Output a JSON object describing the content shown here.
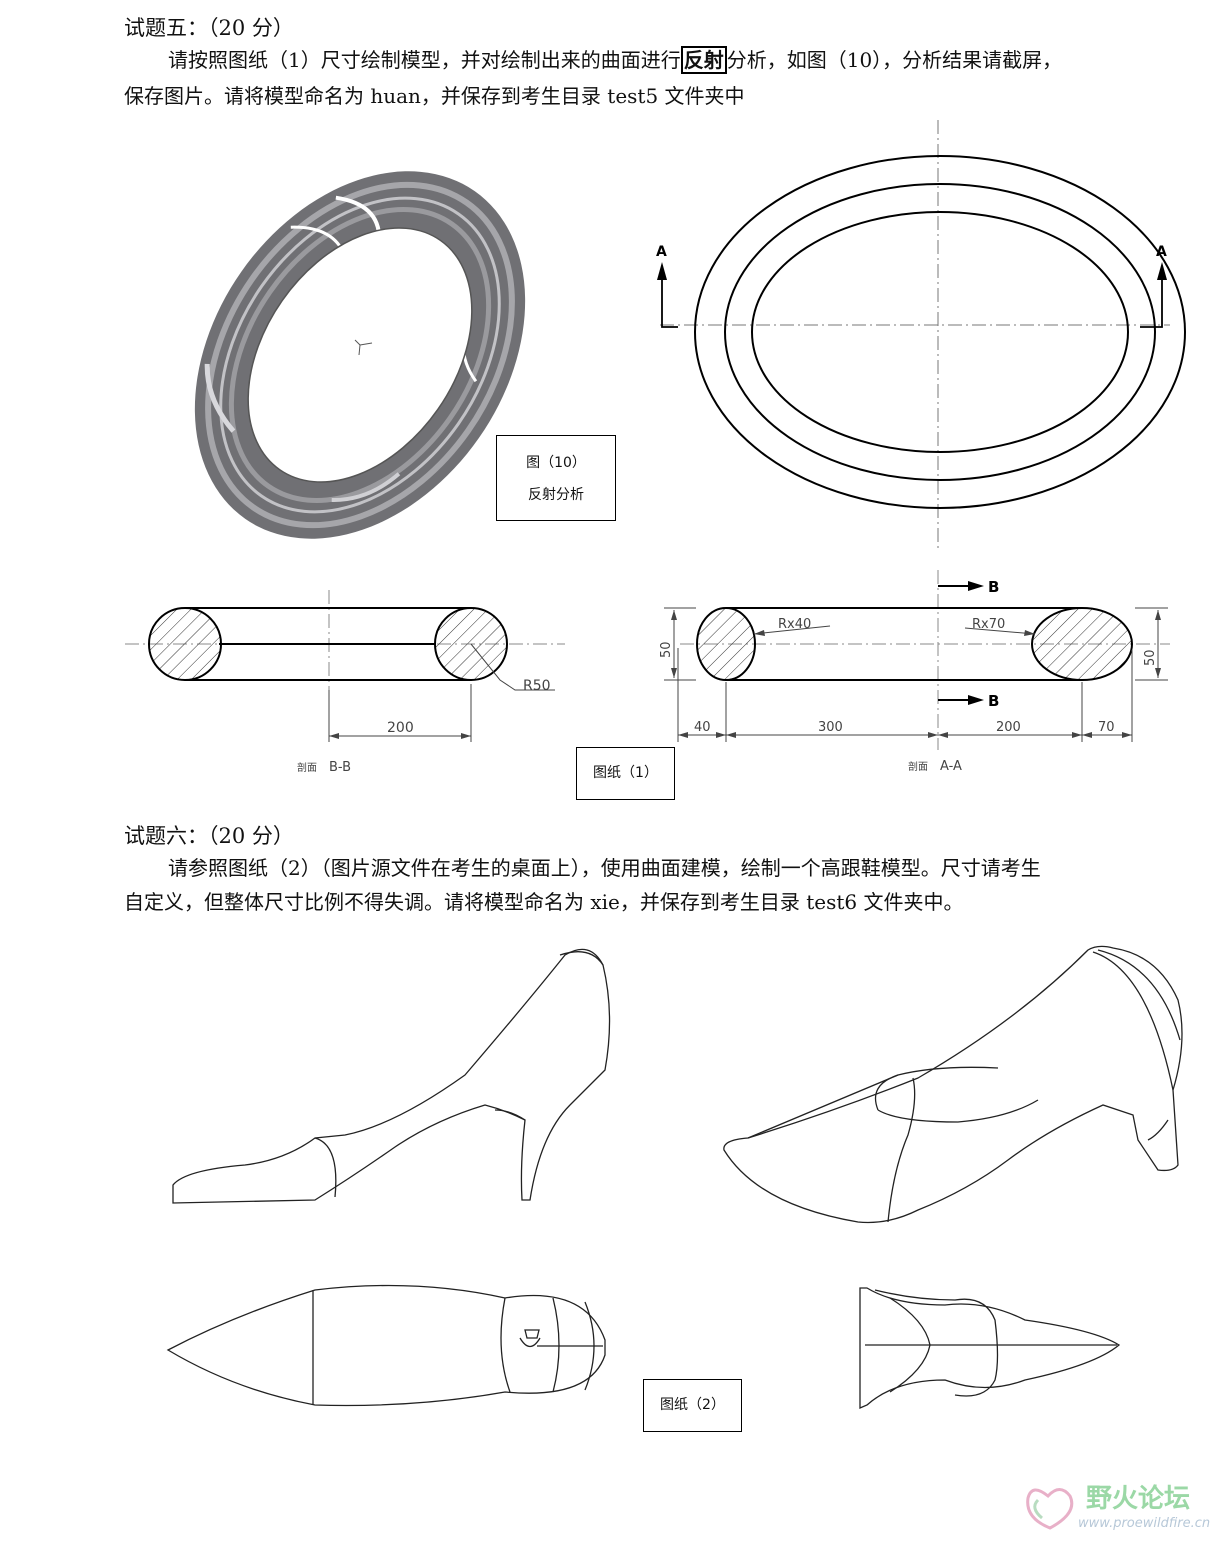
{
  "q5": {
    "title": "试题五：（20 分）",
    "line1_pre": "请按照图纸（1）尺寸绘制模型，并对绘制出来的曲面进行",
    "line1_highlight": "反射",
    "line1_post": "分析，如图（10），分析结果请截屏，",
    "line2": "保存图片。请将模型命名为 huan，并保存到考生目录 test5 文件夹中"
  },
  "fig10": {
    "line1": "图（10）",
    "line2": "反射分析"
  },
  "section_a_marker": "A",
  "section_b_marker": "B",
  "drawing1": {
    "caption": "图纸（1）",
    "bb_label": "剖面 B-B",
    "aa_label": "剖面 A-A",
    "bb_section_word": "剖面",
    "bb_section_id": "B-B",
    "aa_section_word": "剖面",
    "aa_section_id": "A-A",
    "dims": {
      "r50": "R50",
      "d200_left": "200",
      "rx40": "Rx40",
      "rx70": "Rx70",
      "d50_left": "50",
      "d50_right": "50",
      "d40": "40",
      "d300": "300",
      "d200_right": "200",
      "d70": "70"
    }
  },
  "q6": {
    "title": "试题六：（20 分）",
    "line1": "请参照图纸（2）（图片源文件在考生的桌面上），使用曲面建模，绘制一个高跟鞋模型。尺寸请考生",
    "line2": "自定义，但整体尺寸比例不得失调。请将模型命名为 xie，并保存到考生目录 test6 文件夹中。"
  },
  "drawing2": {
    "caption": "图纸（2）"
  },
  "watermark": {
    "title": "野火论坛",
    "url": "www.proewildfire.cn"
  },
  "colors": {
    "text": "#111111",
    "torus_dark": "#6f6f73",
    "torus_light": "#a4a4a8",
    "watermark_green": "#9bd8a6"
  }
}
